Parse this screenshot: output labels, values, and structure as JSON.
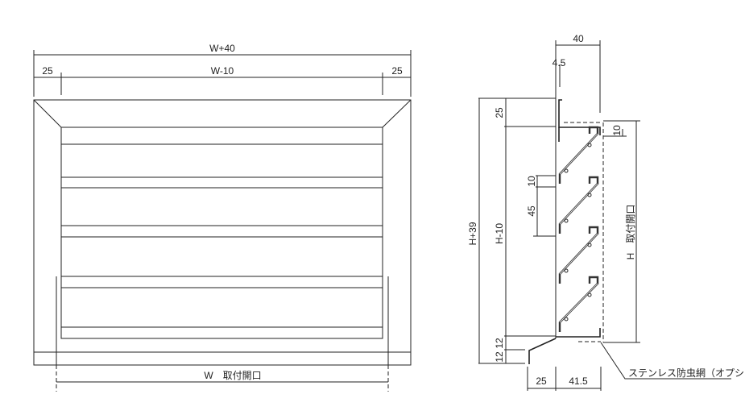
{
  "front_view": {
    "dim_total_width": "W+40",
    "dim_inner_width": "W-10",
    "dim_left_margin": "25",
    "dim_right_margin": "25",
    "dim_opening": "W　取付開口"
  },
  "section_view": {
    "dim_depth": "40",
    "dim_lip": "4.5",
    "dim_top": "25",
    "dim_top_right": "10",
    "dim_blade_gap": "10",
    "dim_blade_pitch": "45",
    "dim_total_height": "H+39",
    "dim_inner_height": "H-10",
    "dim_opening": "H　取付開口",
    "dim_bottom_1": "12",
    "dim_bottom_2": "12",
    "dim_flashing": "25",
    "dim_body_depth": "41.5",
    "leader_label": "ステンレス防虫網（オプション）"
  }
}
